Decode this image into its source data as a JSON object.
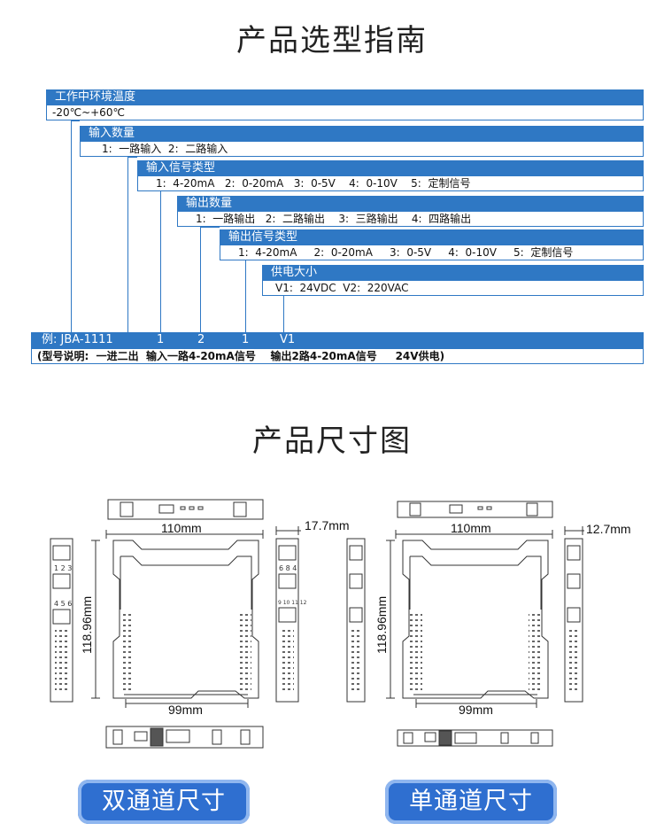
{
  "selection_guide": {
    "title": "产品选型指南",
    "rows": [
      {
        "header": "工作中环境温度",
        "options": "-20℃~+60℃"
      },
      {
        "header": "输入数量",
        "options": "1:  一路输入  2:  二路输入"
      },
      {
        "header": "输入信号类型",
        "options": "1:  4-20mA   2:  0-20mA   3:  0-5V    4:  0-10V    5:  定制信号"
      },
      {
        "header": "输出数量",
        "options": "1:  一路输出   2:  二路输出    3:  三路输出    4:  四路输出"
      },
      {
        "header": "输出信号类型",
        "options": "1:  4-20mA     2:  0-20mA     3:  0-5V     4:  0-10V     5:  定制信号"
      },
      {
        "header": "供电大小",
        "options": "V1:  24VDC  V2:  220VAC"
      }
    ],
    "example": {
      "label": "例:  JBA-1111",
      "codes": [
        "1",
        "2",
        "1",
        "V1"
      ],
      "note": "(型号说明:  一进二出  输入一路4-20mA信号    输出2路4-20mA信号     24V供电)"
    }
  },
  "dimensions": {
    "title": "产品尺寸图",
    "dual": {
      "width": "110mm",
      "height": "118.96mm",
      "depth": "17.7mm",
      "base": "99mm",
      "button": "双通道尺寸"
    },
    "single": {
      "width": "110mm",
      "height": "118.96mm",
      "depth": "12.7mm",
      "base": "99mm",
      "button": "单通道尺寸"
    },
    "terminal_labels": [
      "1 2 3",
      "4 5 6",
      "6 8 4",
      "9 10 11 12"
    ]
  },
  "colors": {
    "accent": "#2f78c4",
    "button": "#2f6fd0",
    "drawing": "#333333"
  }
}
